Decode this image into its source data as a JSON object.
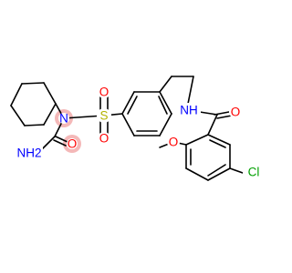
{
  "atom_labels": {
    "sulfur": "S",
    "sulfonyl_oxygen_top": "O",
    "sulfonyl_oxygen_bottom": "O",
    "sulfonamide_nitrogen": "N",
    "urea_amine": "NH2",
    "urea_oxygen": "O",
    "amide_nitrogen": "NH",
    "amide_oxygen": "O",
    "methoxy_oxygen": "O",
    "chlorine": "Cl"
  },
  "colors": {
    "bond": "#000000",
    "sulfur": "#b3b300",
    "oxygen": "#ff0000",
    "nitrogen": "#0000ff",
    "chlorine": "#00a000",
    "highlight": "#f4b8b8"
  }
}
